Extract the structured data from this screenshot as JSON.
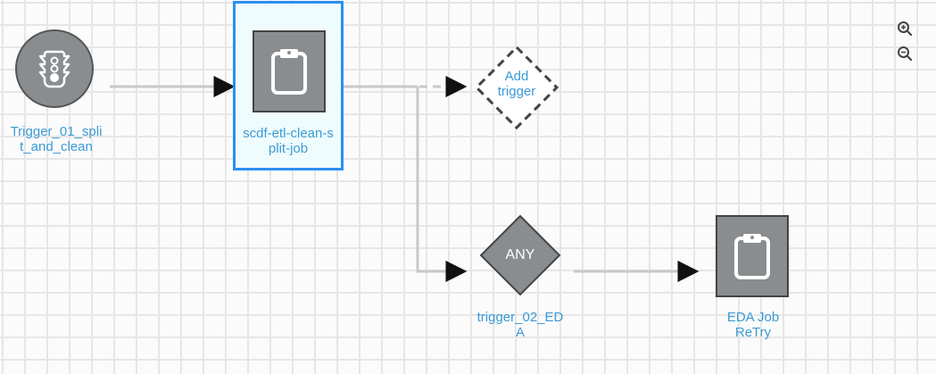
{
  "diagram": {
    "nodes": {
      "trigger1": {
        "label": "Trigger_01_split_and_clean",
        "line1": "Trigger_01_spli",
        "line2": "t_and_clean",
        "type": "trigger",
        "icon": "traffic-light-icon"
      },
      "job1": {
        "label": "scdf-etl-clean-split-job",
        "line1": "scdf-etl-clean-s",
        "line2": "plit-job",
        "type": "job",
        "icon": "clipboard-icon",
        "selected": true
      },
      "add_trigger": {
        "line1": "Add",
        "line2": "trigger",
        "type": "add-trigger"
      },
      "trigger2": {
        "label": "trigger_02_EDA",
        "line1": "trigger_02_ED",
        "line2": "A",
        "type": "gateway",
        "gateway_text": "ANY"
      },
      "job2": {
        "label": "EDA Job ReTry",
        "line1": "EDA Job",
        "line2": "ReTry",
        "type": "job",
        "icon": "clipboard-icon"
      }
    },
    "edges": [
      {
        "from": "trigger1",
        "to": "job1",
        "style": "solid"
      },
      {
        "from": "job1",
        "to": "add_trigger",
        "style": "dashed"
      },
      {
        "from": "job1",
        "to": "trigger2",
        "style": "solid"
      },
      {
        "from": "trigger2",
        "to": "job2",
        "style": "solid"
      }
    ]
  },
  "toolbar": {
    "zoom_in": "zoom-in-icon",
    "zoom_out": "zoom-out-icon"
  },
  "colors": {
    "node_fill": "#8a8d8f",
    "label": "#3b9ad6",
    "selection": "#2b8ff0",
    "edge": "#c8c8c8"
  }
}
